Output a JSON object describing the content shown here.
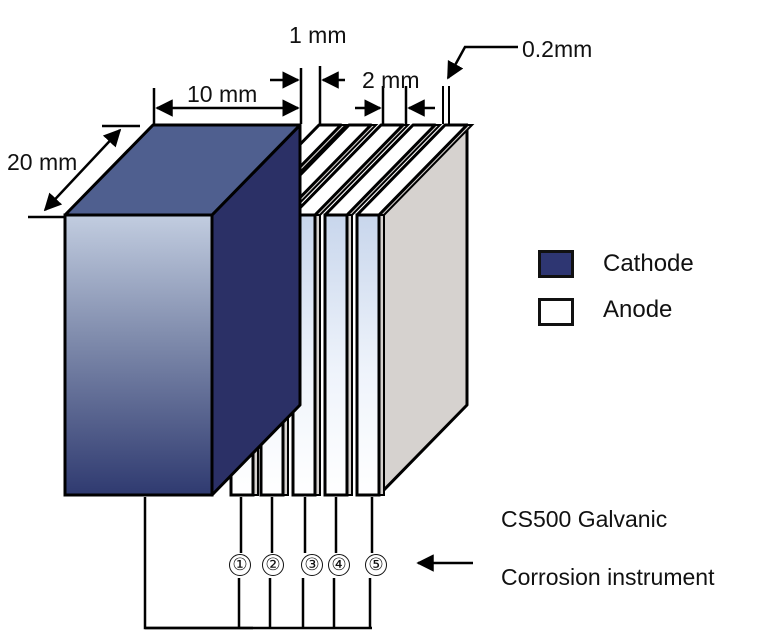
{
  "diagram": {
    "dimensions": {
      "cathode_depth": "20 mm",
      "cathode_width": "10 mm",
      "gap": "1 mm",
      "anode_pitch": "2 mm",
      "anode_thickness": "0.2mm"
    },
    "legend": [
      {
        "label": "Cathode",
        "color": "#2e3672"
      },
      {
        "label": "Anode",
        "color": "#ffffff"
      }
    ],
    "anodes": [
      {
        "label": "①"
      },
      {
        "label": "②"
      },
      {
        "label": "③"
      },
      {
        "label": "④"
      },
      {
        "label": "⑤"
      }
    ],
    "instrument": {
      "line1": "CS500 Galvanic",
      "line2": "Corrosion instrument"
    },
    "colors": {
      "cathode_top": "#4f5f8f",
      "cathode_side": "#2b3066",
      "cathode_front_top": "#c2cde0",
      "cathode_front_bottom": "#2f3a70",
      "anode_front_top": "#c8d6ec",
      "anode_front_bottom": "#ffffff",
      "anode_side": "#d6d2cf"
    }
  }
}
